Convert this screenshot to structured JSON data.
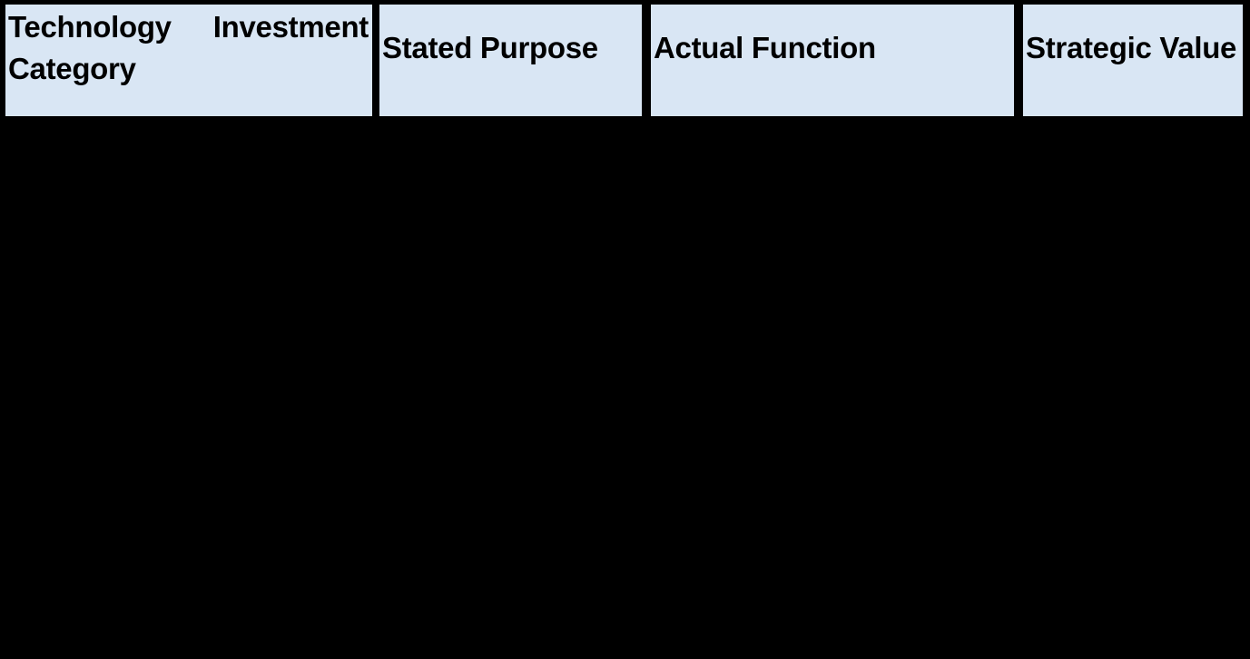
{
  "table": {
    "colors": {
      "header_fill": "#d9e6f4",
      "header_text": "#000000",
      "background": "#000000"
    },
    "columns": [
      {
        "label": "Technology Investment Category",
        "line1_words": [
          "Technology",
          "Investment"
        ],
        "line2": "Category"
      },
      {
        "label": "Stated Purpose"
      },
      {
        "label": "Actual Function"
      },
      {
        "label": "Strategic Value"
      }
    ]
  }
}
